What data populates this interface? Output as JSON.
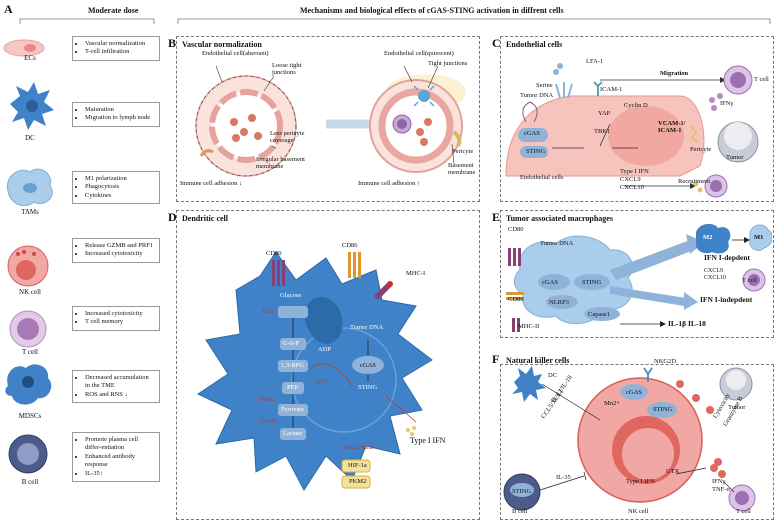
{
  "header": {
    "panel_a_label": "A",
    "moderate_dose": "Moderate dose",
    "main_title": "Mechanisms and biological effects of cGAS-STING activation in diffrent cells"
  },
  "panel_a": {
    "cells": [
      {
        "name": "ECs",
        "effects": [
          "Vascular normalization",
          "T-cell infiltration"
        ]
      },
      {
        "name": "DC",
        "effects": [
          "Maturation",
          "Migration to lymph node"
        ]
      },
      {
        "name": "TAMs",
        "effects": [
          "M1 polarization",
          "Phagocytosis",
          "Cytokines"
        ]
      },
      {
        "name": "NK cell",
        "effects": [
          "Release GZMB and PRF1",
          "Increased cytotoxicity"
        ]
      },
      {
        "name": "T cell",
        "effects": [
          "Increased cytotoxicity",
          "T cell memory"
        ]
      },
      {
        "name": "MDSCs",
        "effects": [
          "Decreased accumulation in the TME",
          "ROS and RNS ↓"
        ]
      },
      {
        "name": "B cell",
        "effects": [
          "Promote plasma cell differ-entiation",
          "Enhanced antibody response",
          "IL-35↑"
        ]
      }
    ]
  },
  "panel_b": {
    "label": "B",
    "title": "Vascular normalization",
    "endothelial_aberrant": "Endothelial cell(aberrant)",
    "loose_tight": "Loose tight junctions",
    "endothelial_quiescent": "Endothelial cell(quiescent)",
    "tight_junctions": "Tight junctions",
    "less_pericyte": "Less pericyte coverage",
    "irregular_membrane": "Irregular basement membrane",
    "pericyte": "Pericyte",
    "basement_membrane": "Basement membrane",
    "immune_adhesion_down": "Immune cell adhesion ↓",
    "immune_adhesion_up": "Immune cell adhesion ↑"
  },
  "panel_c": {
    "label": "C",
    "title": "Endothelial cells",
    "serine": "Serine",
    "lfa1": "LFA-1",
    "icam1": "ICAM-1",
    "migration": "Migration",
    "t_cell": "T cell",
    "ifng": "IFNγ",
    "tumor_dna": "Tumor DNA",
    "yap": "YAP",
    "cyclin_d": "Cyclin D",
    "cgas": "cGAS",
    "tbk1": "TBK1",
    "vcam": "VCAM-1/ ICAM-1",
    "sting": "STING",
    "pericyte": "Pericyte",
    "tumor": "Tumor",
    "endothelial_cells": "Endothelial cells",
    "type1_ifn": "Type I IFN",
    "cxcl9": "CXCL9",
    "cxcl10": "CXCL10",
    "recruitment": "Recruitment"
  },
  "panel_d": {
    "label": "D",
    "title": "Dendritic cell",
    "cd80": "CD80",
    "cd86": "CD86",
    "mhc1": "MHC-I",
    "glucose": "Glucose",
    "hk2": "HK2",
    "g6p": "G-6-P",
    "adp": "ADP",
    "bpg": "1,3-BPG",
    "pep": "PEP",
    "atp": "ATP",
    "pkm2": "PKM2",
    "pyruvate": "Pyruvate",
    "ldh1": "LDH1",
    "lactate": "Lactate",
    "tumor_dna": "Tumor DNA",
    "cgas": "cGAS",
    "sting": "STING",
    "hk2pkm2": "HK2,Pkm2",
    "hif1a": "HIF-1a",
    "pkm2_box": "PKM2",
    "type1_ifn": "Type I IFN"
  },
  "panel_e": {
    "label": "E",
    "title": "Tumor associated macrophages",
    "cd80": "CD80",
    "tumor_dna": "Tumor DNA",
    "cgas": "cGAS",
    "sting": "STING",
    "cd86": "CD86",
    "nlrp3": "NLRP3",
    "capase1": "Capase1",
    "mhc2": "MHC-II",
    "m2": "M2",
    "m1": "M1",
    "ifn_dep": "IFN I-depdent",
    "cxcl9": "CXCL9",
    "cxcl10": "CXCL10",
    "t_cell": "T cell",
    "ifn_indep": "IFN I-indepdent",
    "il": "IL-1β IL-18"
  },
  "panel_f": {
    "label": "F",
    "title": "Natural killer cells",
    "dc": "DC",
    "nkg2d": "NKG2D",
    "il12": "IL-12/IL-18",
    "ccl5": "CCL5/XCL1",
    "mn2": "Mn2+",
    "cgas": "cGAS",
    "sting": "STING",
    "cytotoxicity": "Cytoxicity",
    "granzyme": "Granzyme B",
    "tumor": "Tumor",
    "utx": "UTX",
    "type1_ifn": "Type I IFN",
    "ifng": "IFNγ",
    "tnfa": "TNF-α",
    "t_cell": "T cell",
    "il35": "IL-35",
    "sting_b": "STING",
    "b_cell": "B cell",
    "nk_cell": "NK cell"
  },
  "colors": {
    "dc_blue": "#3f82c8",
    "endo_pink": "#f3b8b3",
    "sting_blue": "#5b8fc4",
    "purple": "#9b6fb0",
    "red_label": "#c0392b",
    "arrow_blue": "#8fb3d8"
  }
}
